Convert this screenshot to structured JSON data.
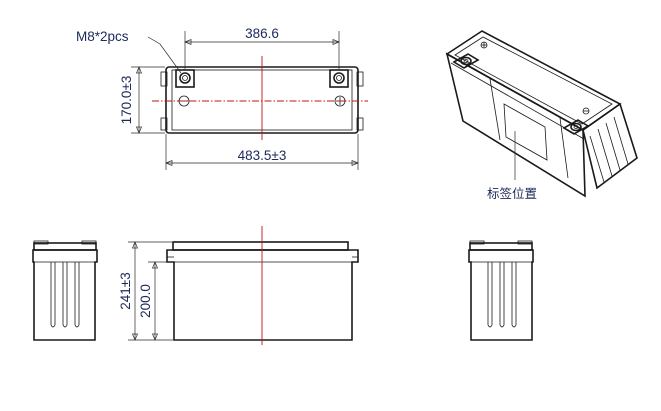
{
  "top_view": {
    "bolt_callout": "M8*2pcs",
    "terminal_spacing": "386.6",
    "width_dim": "170.0±3",
    "length_dim": "483.5±3"
  },
  "iso_view": {
    "label_position_note": "标签位置"
  },
  "front_view": {
    "total_height_dim": "241±3",
    "case_height_dim": "200.0"
  }
}
